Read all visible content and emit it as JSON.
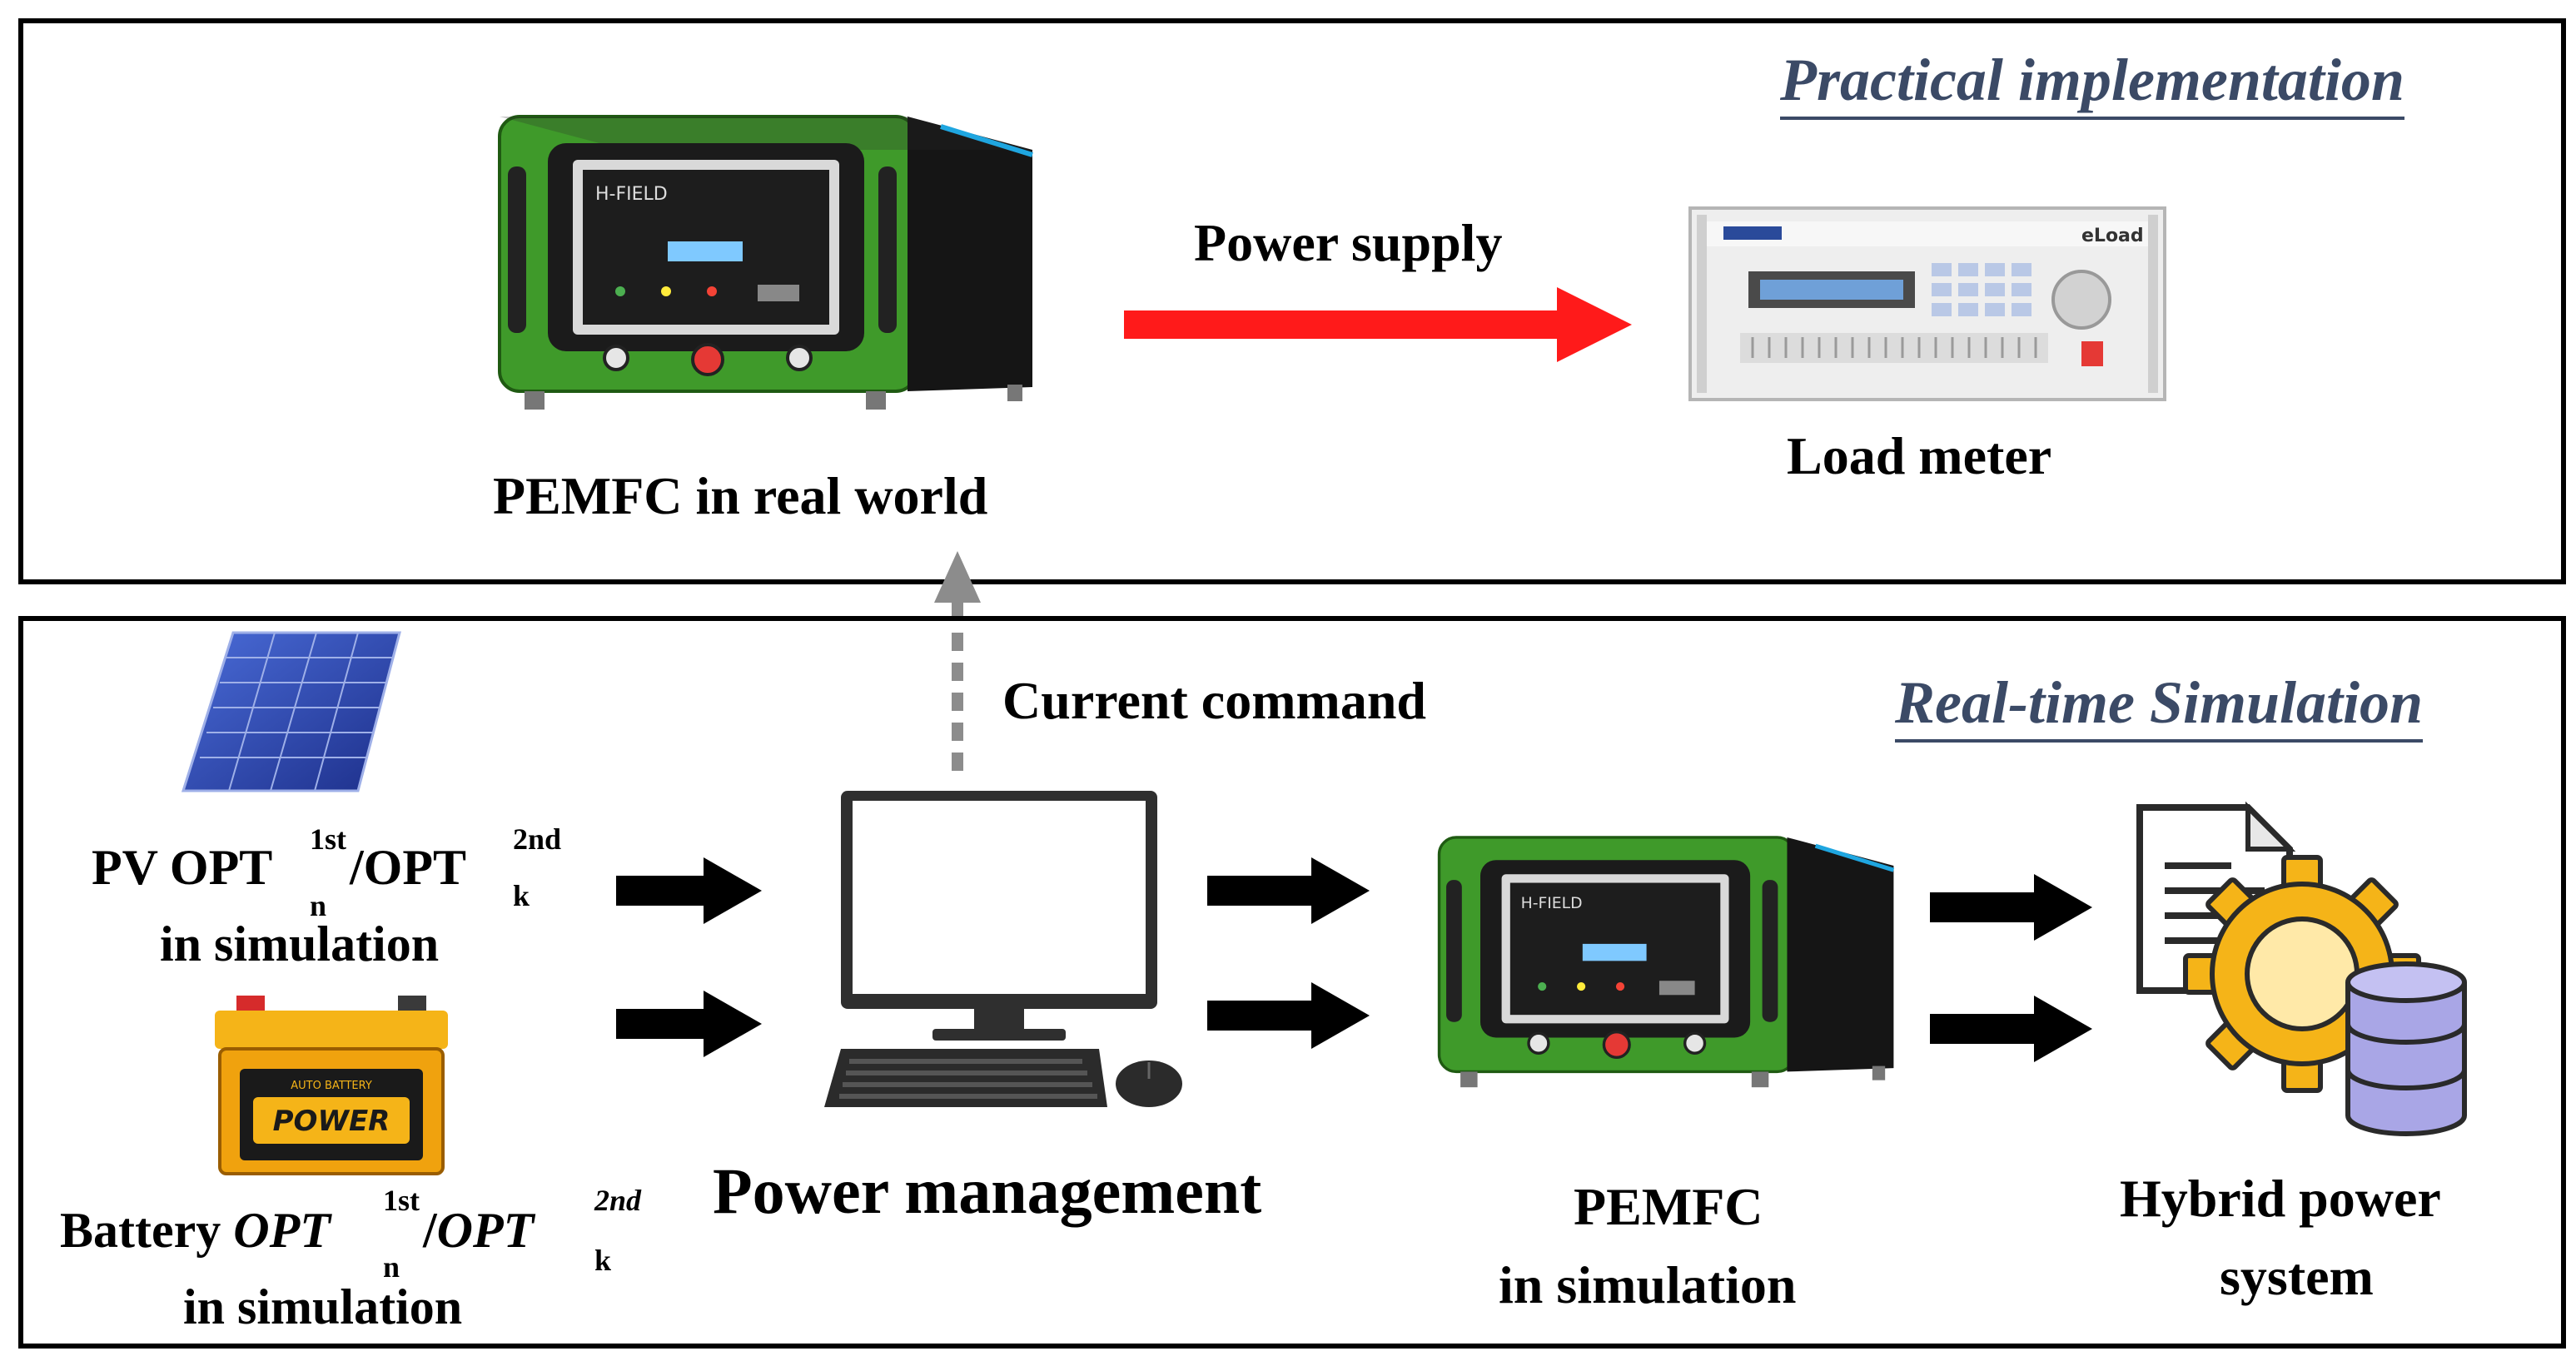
{
  "colors": {
    "border": "#000000",
    "heading": "#3b4a66",
    "power_arrow": "#ff1a1a",
    "command_arrow": "#8c8c8c",
    "fc_green": "#3f9a2a",
    "panel_blue": "#2c3fa8",
    "battery_yellow": "#f5b418",
    "gear_yellow": "#f5b418",
    "db_lavender": "#a9a6e6"
  },
  "top_panel": {
    "heading": "Practical implementation",
    "power_supply_label": "Power supply",
    "fuel_cell_caption": "PEMFC  in real world",
    "fuel_cell_brand": "H-FIELD",
    "load_caption": "Load meter",
    "load_brand": "eLoad"
  },
  "bottom_panel": {
    "heading": "Real-time Simulation",
    "command_label": "Current command",
    "pv": {
      "prefix": "PV OPT",
      "sup1": "1st",
      "sub1": "n",
      "middle": "/OPT",
      "sup2": "2nd",
      "sub2": "k",
      "line2": "in   simulation"
    },
    "battery": {
      "prefix": "Battery ",
      "opt1": "OPT",
      "sup1": "1st",
      "sub1": "n",
      "middle": "/",
      "opt2": "OPT",
      "sup2": "2nd",
      "sub2": "k",
      "line2": "in   simulation",
      "battery_text": "POWER",
      "battery_small_text": "AUTO BATTERY"
    },
    "computer_caption": "Power management",
    "pemfc_sim_line1": "PEMFC",
    "pemfc_sim_line2": "in   simulation",
    "pemfc_sim_brand": "H-FIELD",
    "hybrid_line1": "Hybrid power",
    "hybrid_line2": "system"
  }
}
